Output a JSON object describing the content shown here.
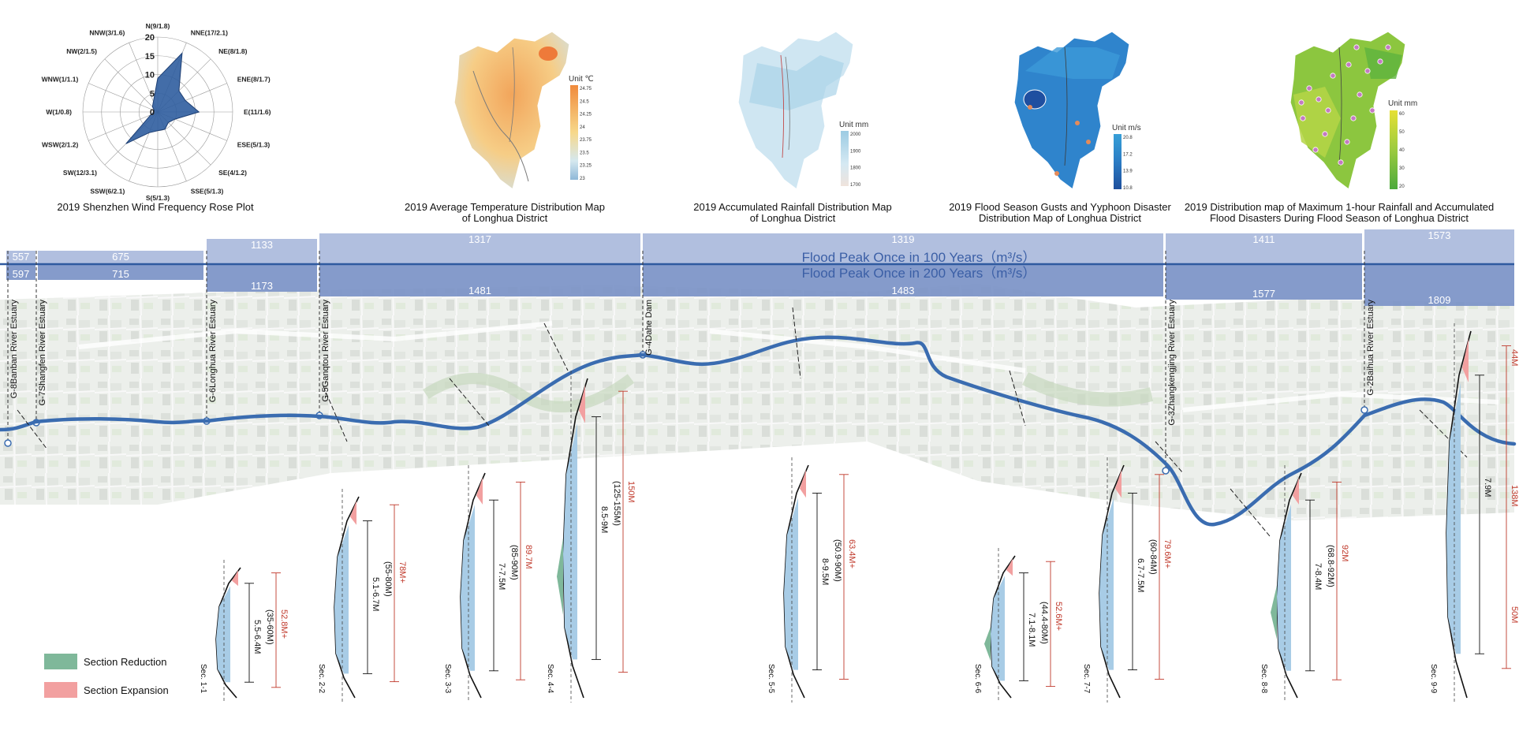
{
  "captions": {
    "wind": "2019 Shenzhen Wind Frequency Rose Plot",
    "temp_1": "2019 Average Temperature Distribution Map",
    "temp_2": "of Longhua District",
    "rain_1": "2019 Accumulated Rainfall Distribution Map",
    "rain_2": "of Longhua District",
    "gust_1": "2019 Flood Season Gusts and Yyphoon Disaster",
    "gust_2": "Distribution Map of Longhua District",
    "max_1": "2019 Distribution map of Maximum 1-hour Rainfall and Accumulated",
    "max_2": "Flood Disasters During Flood Season of Longhua District"
  },
  "units": {
    "temp": "Unit ℃",
    "rain": "Unit mm",
    "gust": "Unit m/s",
    "max": "Unit mm"
  },
  "temp_ticks": [
    "24.75",
    "24.5",
    "24.25",
    "24",
    "23.75",
    "23.5",
    "23.25",
    "23"
  ],
  "rain_ticks": [
    "2000",
    "1900",
    "1800",
    "1700"
  ],
  "gust_ticks": [
    "20.8",
    "17.2",
    "13.9",
    "10.8"
  ],
  "max_ticks": [
    "60",
    "50",
    "40",
    "30",
    "20"
  ],
  "wind_rose": {
    "rings": [
      "20",
      "15",
      "10",
      "5",
      "0"
    ],
    "directions": [
      {
        "label": "N(9/1.8)",
        "value": 9
      },
      {
        "label": "NNE(17/2.1)",
        "value": 17
      },
      {
        "label": "NE(8/1.8)",
        "value": 8
      },
      {
        "label": "ENE(8/1.7)",
        "value": 8
      },
      {
        "label": "E(11/1.6)",
        "value": 11
      },
      {
        "label": "ESE(5/1.3)",
        "value": 5
      },
      {
        "label": "SE(4/1.2)",
        "value": 4
      },
      {
        "label": "SSE(5/1.3)",
        "value": 5
      },
      {
        "label": "S(5/1.3)",
        "value": 5
      },
      {
        "label": "SSW(6/2.1)",
        "value": 6
      },
      {
        "label": "SW(12/3.1)",
        "value": 12
      },
      {
        "label": "WSW(2/1.2)",
        "value": 2
      },
      {
        "label": "W(1/0.8)",
        "value": 1
      },
      {
        "label": "WNW(1/1.1)",
        "value": 1
      },
      {
        "label": "NW(2/1.5)",
        "value": 2
      },
      {
        "label": "NNW(3/1.6)",
        "value": 3
      }
    ]
  },
  "flood": {
    "title_100": "Flood Peak Once in 100 Years（m³/s）",
    "title_200": "Flood Peak Once in 200 Years（m³/s）",
    "values_100": [
      "557",
      "675",
      "1133",
      "1317",
      "1319",
      "1411",
      "1573"
    ],
    "values_200": [
      "597",
      "715",
      "1173",
      "1481",
      "1483",
      "1577",
      "1809"
    ]
  },
  "gauges": [
    {
      "id": "G-8",
      "name": "Banban River Estuary"
    },
    {
      "id": "G-7",
      "name": "Shangfen River Estuary"
    },
    {
      "id": "G-6",
      "name": "Longhua River Estuary"
    },
    {
      "id": "G-5",
      "name": "Ganqtou River Estuary"
    },
    {
      "id": "G-4",
      "name": "Dahe Dam"
    },
    {
      "id": "G-3",
      "name": "Zhangkengjing River Estuary"
    },
    {
      "id": "G-2",
      "name": "Baihua River Estuary"
    }
  ],
  "sections": [
    "Sec. 1-1",
    "Sec. 2-2",
    "Sec. 3-3",
    "Sec. 4-4",
    "Sec. 5-5",
    "Sec. 6-6",
    "Sec. 7-7",
    "Sec. 8-8",
    "Sec. 9-9"
  ],
  "section_dims": [
    {
      "depth": "5.5-6.4M",
      "width": "52.8M+",
      "range": "(35-60M)"
    },
    {
      "depth": "5.1-6.7M",
      "width": "78M+",
      "range": "(55-80M)"
    },
    {
      "depth": "7-7.5M",
      "width": "89.7M",
      "range": "(85-90M)"
    },
    {
      "depth": "8.5-9M",
      "width": "150M",
      "range": "(125-155M)"
    },
    {
      "depth": "8-9.5M",
      "width": "63.4M+",
      "range": "(50.9-90M)"
    },
    {
      "depth": "7.1-8.1M",
      "width": "52.6M+",
      "range": "(44.4-80M)"
    },
    {
      "depth": "6.7-7.5M",
      "width": "79.6M+",
      "range": "(60-84M)"
    },
    {
      "depth": "7-8.4M",
      "width": "92M",
      "range": "(68.8-92M)"
    },
    {
      "depth": "7.9M",
      "width_a": "44M",
      "width_b": "138M",
      "width_c": "50M"
    }
  ],
  "legend": {
    "reduction": "Section Reduction",
    "expansion": "Section Expansion"
  },
  "colors": {
    "river": "#3a6cb0",
    "band_100": "#9fb2d8",
    "band_200": "#7b93c7",
    "water": "#a8cce6",
    "reduction": "#7fb89a",
    "expansion": "#f2a0a0",
    "dim_red": "#c0392b"
  }
}
